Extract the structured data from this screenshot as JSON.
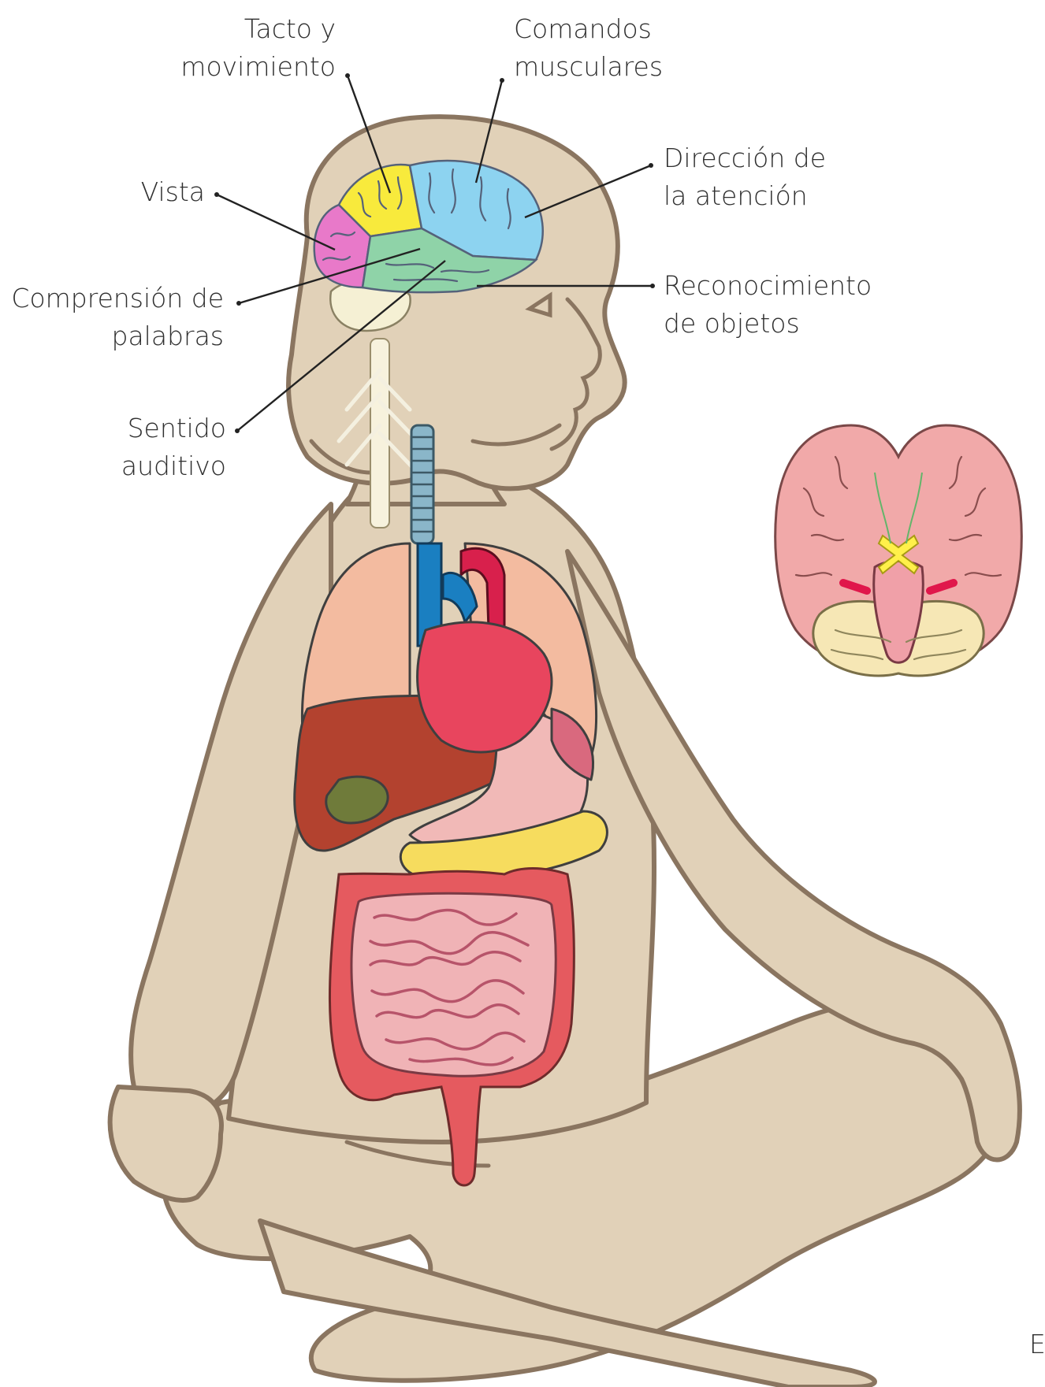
{
  "labels": {
    "touch": [
      "Tacto y",
      "movimiento"
    ],
    "muscle": [
      "Comandos",
      "musculares"
    ],
    "attention": [
      "Dirección de",
      "la atención"
    ],
    "sight": [
      "Vista"
    ],
    "objects": [
      "Reconocimiento",
      "de objetos"
    ],
    "words": [
      "Comprensión de",
      "palabras"
    ],
    "hearing": [
      "Sentido",
      "auditivo"
    ],
    "corner": "E"
  },
  "colors": {
    "skin": "#e1d1b8",
    "outline": "#8a7560",
    "touch_lobe": "#f8ea3c",
    "motor_lobe": "#8dd3f0",
    "sight_lobe": "#e879c9",
    "temporal_lobe": "#8fd3a8",
    "heart": "#e8455e",
    "lungs": "#f3bba0",
    "liver": "#b3422f",
    "intestine": "#e55a5f",
    "pancreas": "#f6dc5e"
  }
}
